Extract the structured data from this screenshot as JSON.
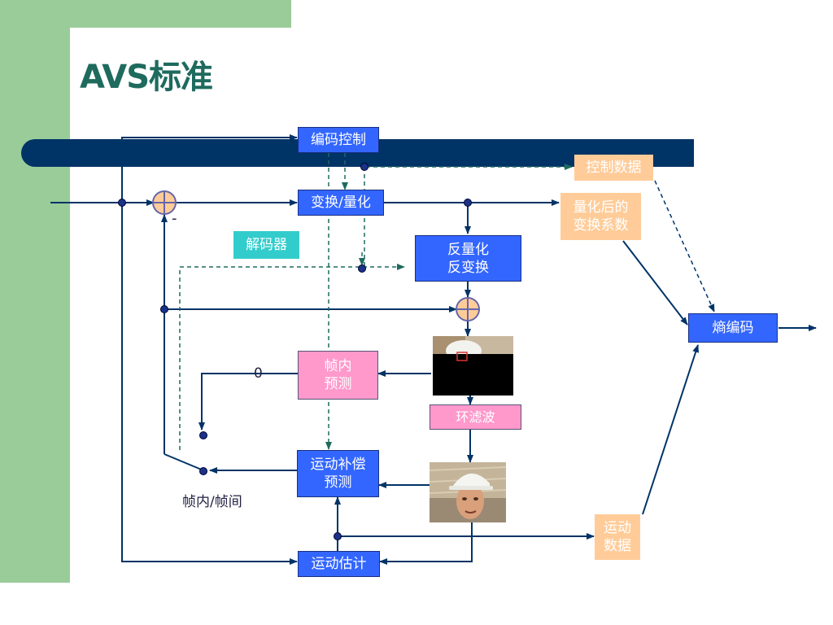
{
  "slide": {
    "title": "AVS标准"
  },
  "blocks": {
    "coding_control": "编码控制",
    "transform_quant": "变换/量化",
    "inverse": "反量化\n反变换",
    "intra_pred": "帧内\n预测",
    "loop_filter": "环滤波",
    "mc_pred": "运动补偿\n预测",
    "motion_est": "运动估计",
    "entropy": "熵编码",
    "decoder": "解码器",
    "control_data": "控制数据",
    "quant_coeffs": "量化后的\n变换系数",
    "motion_data": "运动\n数据"
  },
  "labels": {
    "zero": "0",
    "minus": "-",
    "intra_inter": "帧内/帧间"
  },
  "colors": {
    "green_bar": "#99cc99",
    "title": "#1e6b5e",
    "bus": "#003366",
    "block_blue": "#3366ff",
    "block_pink": "#ff99cc",
    "block_peach": "#ffcc99",
    "block_teal": "#33cccc",
    "line": "#003366",
    "dashed": "#1e6b5e"
  }
}
